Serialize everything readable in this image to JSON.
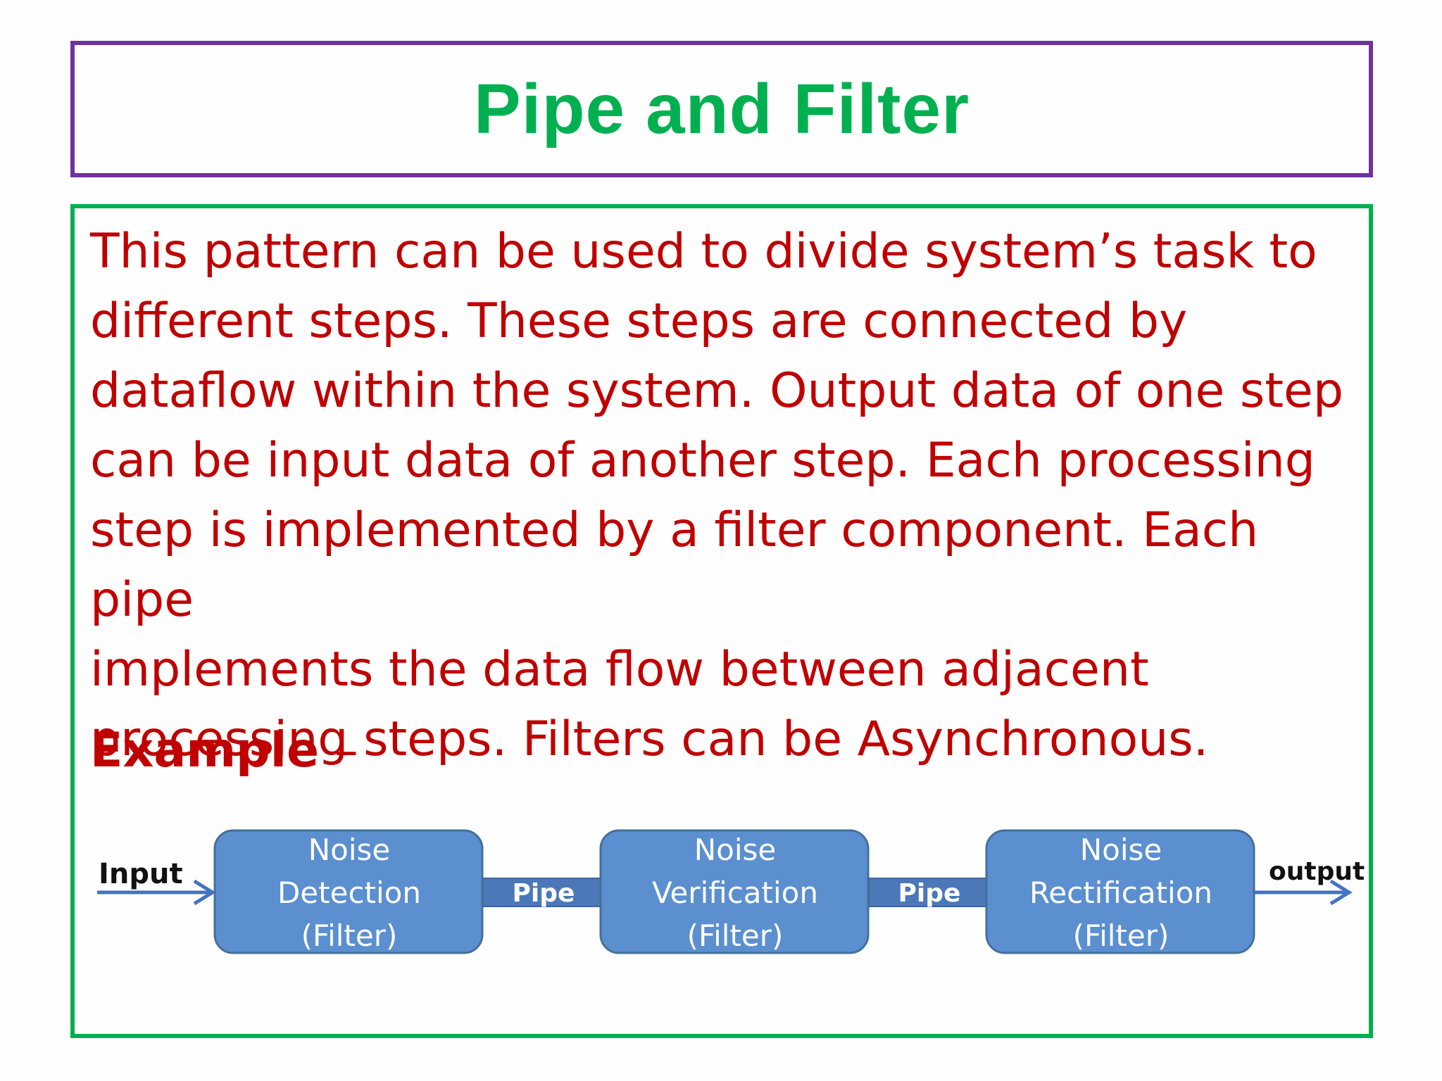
{
  "title": "Pipe and Filter",
  "body_lines": [
    "This pattern can be used to divide system’s task to",
    "different steps. These steps are connected by",
    "dataflow within the system. Output data of one step",
    "can be input data of another step. Each processing",
    "step is implemented by a filter component. Each pipe",
    "implements the data flow between adjacent",
    "processing steps. Filters can be Asynchronous."
  ],
  "example": {
    "label": "Example",
    "dash": " –"
  },
  "diagram": {
    "input_label": "Input",
    "output_label": "output",
    "pipe_labels": [
      "Pipe",
      "Pipe"
    ],
    "filters": [
      {
        "lines": [
          "Noise",
          "Detection",
          "(Filter)"
        ]
      },
      {
        "lines": [
          "Noise",
          "Verification",
          "(Filter)"
        ]
      },
      {
        "lines": [
          "Noise",
          "Rectification",
          "(Filter)"
        ]
      }
    ]
  },
  "colors": {
    "title": "#00b050",
    "title_border": "#7030a0",
    "content_border": "#00b050",
    "body_text": "#c00000",
    "filter_fill": "#5b8fd0",
    "filter_stroke": "#41719c",
    "pipe_fill": "#4a78b8",
    "arrow": "#4472c4"
  }
}
